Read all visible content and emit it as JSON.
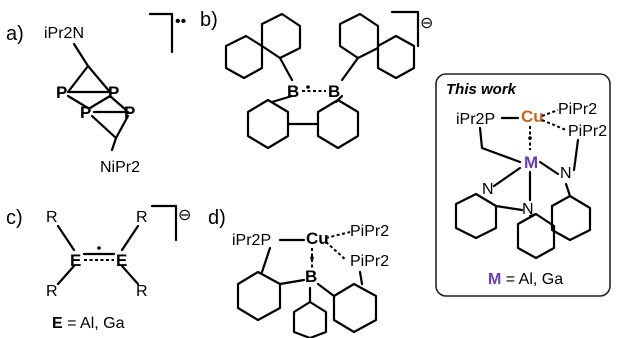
{
  "panels": {
    "a": {
      "label": "a)",
      "substituent": "iPr2N",
      "substituent_bottom": "NiPr2",
      "atom": "P",
      "charge": "••"
    },
    "b": {
      "label": "b)",
      "atom": "B",
      "charge": "⊖"
    },
    "c": {
      "label": "c)",
      "atom": "E",
      "substituent": "R",
      "charge": "⊖",
      "legend_symbol": "E",
      "legend_text": " = Al, Ga"
    },
    "d": {
      "label": "d)",
      "left_group": "iPr2P",
      "metal": "Cu",
      "right_group_top": "PiPr2",
      "right_group_mid": "PiPr2",
      "center_atom": "B"
    },
    "this_work": {
      "title": "This work",
      "left_group": "iPr2P",
      "metal": "Cu",
      "right_group_top": "PiPr2",
      "right_group_mid": "PiPr2",
      "center_atom": "M",
      "amine_atom": "N",
      "legend_symbol": "M",
      "legend_text": " = Al, Ga"
    }
  },
  "colors": {
    "copper": "#c8641e",
    "metal_m": "#6a3db0",
    "ink": "#000000",
    "box_border": "#222222"
  }
}
